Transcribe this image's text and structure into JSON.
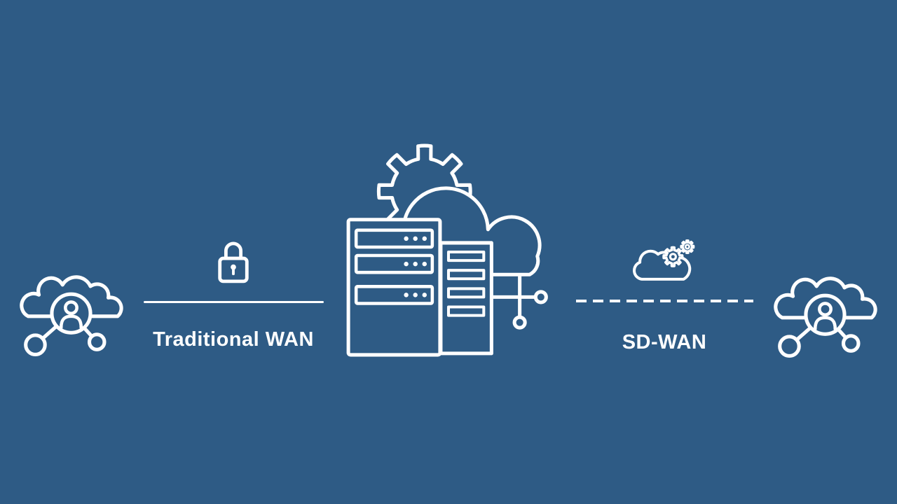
{
  "background_color": "#2e5b85",
  "line_color": "#ffffff",
  "links": {
    "traditional_wan": {
      "label": "Traditional WAN",
      "line_style": "solid",
      "icon": "padlock-icon"
    },
    "sd_wan": {
      "label": "SD-WAN",
      "line_style": "dashed",
      "icon": "cloud-gears-icon"
    }
  },
  "nodes": {
    "left_site": {
      "icon": "users-cloud-network-icon"
    },
    "data_center": {
      "icon": "servers-gear-cloud-icon"
    },
    "right_site": {
      "icon": "users-cloud-network-icon"
    }
  }
}
